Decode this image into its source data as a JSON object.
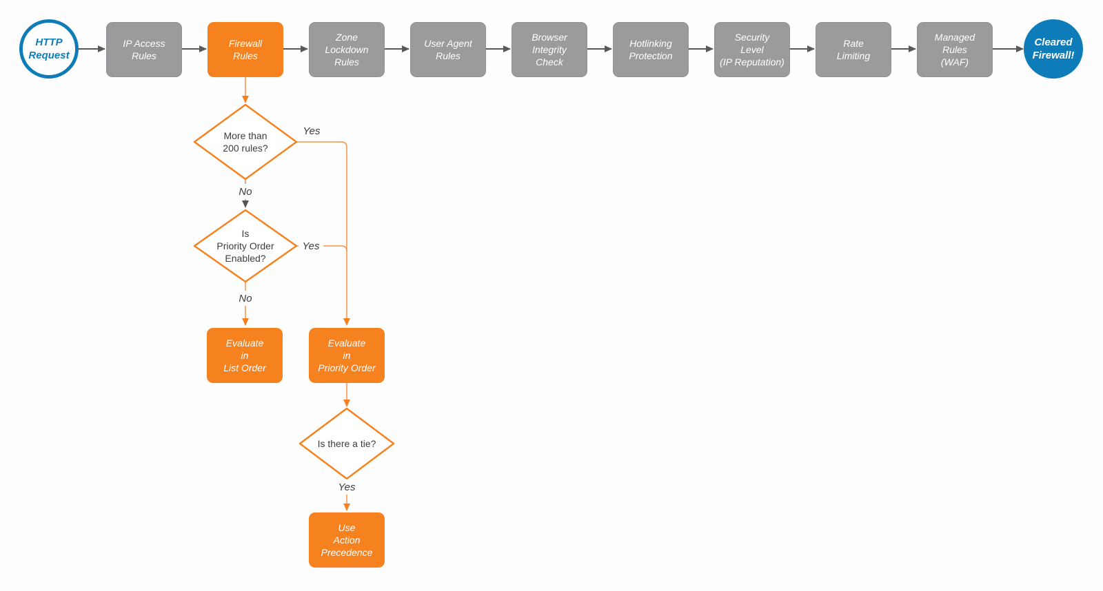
{
  "colors": {
    "accent": "#F6821F",
    "line": "#F79149",
    "blue": "#0E7CB8",
    "node_gray": "#9B9B9D",
    "node_border": "#86868A",
    "gray_light": "#9A9A9C",
    "dark": "#58585A",
    "text": "#3C3C3E"
  },
  "flow": {
    "start": {
      "label": "HTTP\nRequest"
    },
    "end": {
      "label": "Cleared\nFirewall!"
    },
    "steps": [
      {
        "label": "IP Access\nRules"
      },
      {
        "label": "Firewall\nRules"
      },
      {
        "label": "Zone\nLockdown\nRules"
      },
      {
        "label": "User Agent\nRules"
      },
      {
        "label": "Browser\nIntegrity\nCheck"
      },
      {
        "label": "Hotlinking\nProtection"
      },
      {
        "label": "Security\nLevel\n(IP Reputation)"
      },
      {
        "label": "Rate\nLimiting"
      },
      {
        "label": "Managed\nRules\n(WAF)"
      }
    ],
    "decisions": [
      {
        "label": "More than\n200 rules?"
      },
      {
        "label": "Is\nPriority Order\nEnabled?"
      },
      {
        "label": "Is there a tie?"
      }
    ],
    "actions": [
      {
        "label": "Evaluate\nin\nList Order"
      },
      {
        "label": "Evaluate\nin\nPriority Order"
      },
      {
        "label": "Use\nAction\nPrecedence"
      }
    ],
    "edges": {
      "d1_yes": "Yes",
      "d1_no": "No",
      "d2_yes": "Yes",
      "d2_no": "No",
      "d3_yes": "Yes"
    }
  }
}
